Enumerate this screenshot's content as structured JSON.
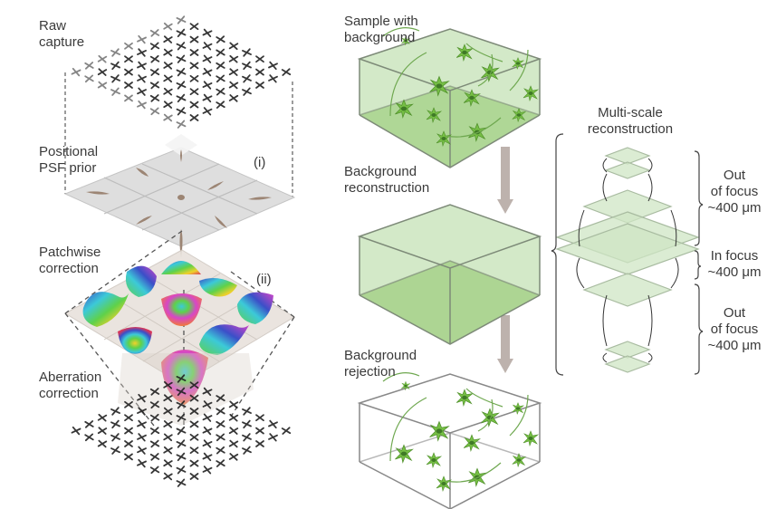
{
  "panel_left": {
    "stages": [
      {
        "id": "raw",
        "label": "Raw\ncapture"
      },
      {
        "id": "psf",
        "label": "Positional\nPSF prior"
      },
      {
        "id": "patch",
        "label": "Patchwise\ncorrection"
      },
      {
        "id": "aberr",
        "label": "Aberration\ncorrection"
      }
    ],
    "markers": {
      "i": "(i)",
      "ii": "(ii)"
    }
  },
  "panel_middle": {
    "stages": [
      {
        "id": "sample",
        "label": "Sample with\nbackground"
      },
      {
        "id": "bgrecon",
        "label": "Background\nreconstruction"
      },
      {
        "id": "bgreject",
        "label": "Background\nrejection"
      }
    ]
  },
  "panel_right": {
    "title": "Multi-scale\nreconstruction",
    "ranges": [
      {
        "label": "Out\nof focus\n~400 μm"
      },
      {
        "label": "In focus\n~400 μm"
      },
      {
        "label": "Out\nof focus\n~400 μm"
      }
    ]
  },
  "colors": {
    "green_fill": "#cfe6c4",
    "green_dark": "#a9d493",
    "box_edge": "#7d8a78",
    "psf_plane": "#dcdcdc",
    "psf_blob": "#9c8574",
    "arrow": "#bdb2ad",
    "neuron": "#6fb83f"
  }
}
